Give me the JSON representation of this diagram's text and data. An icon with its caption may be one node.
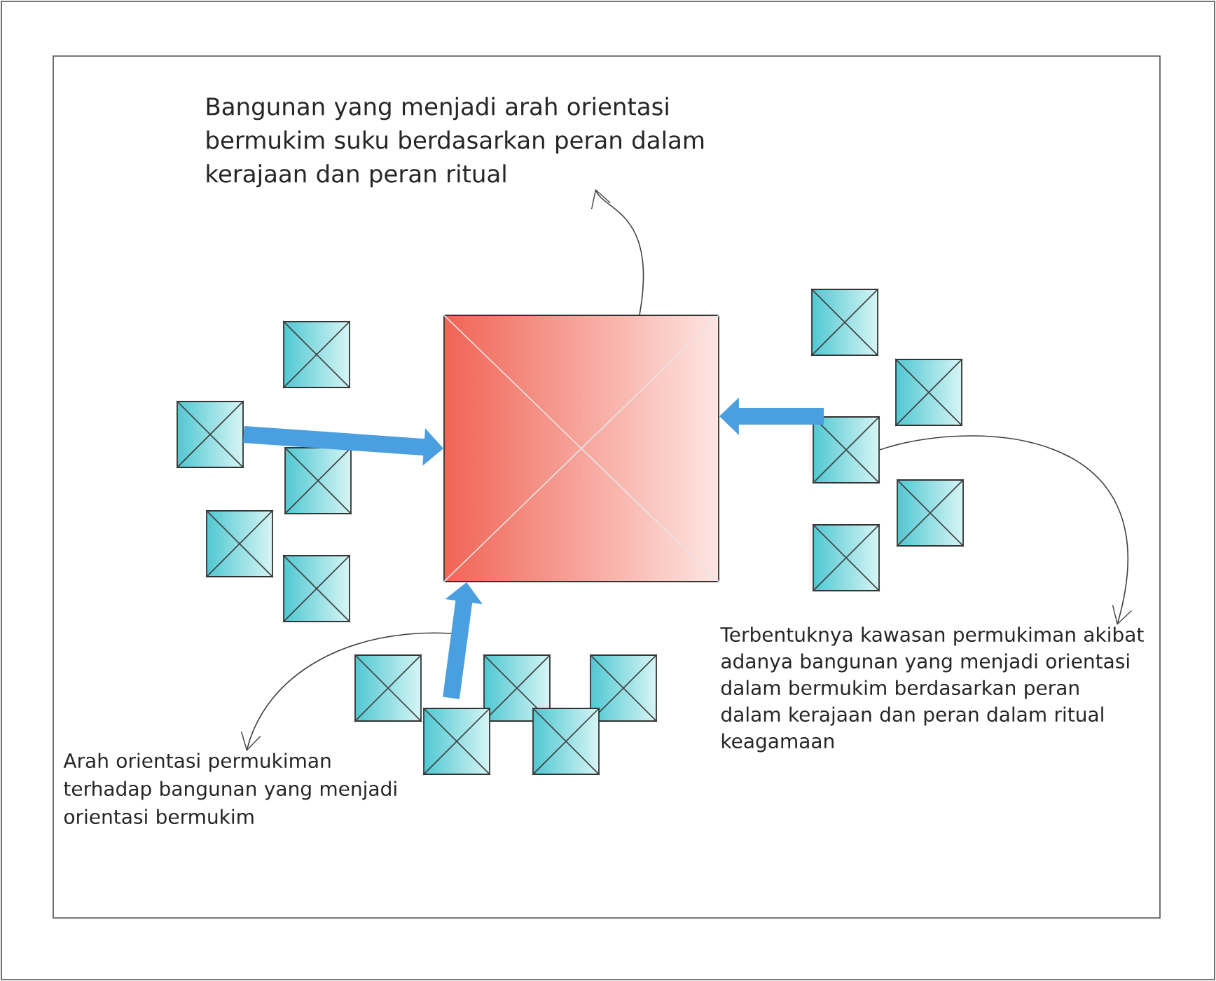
{
  "diagram": {
    "nodes": [
      {
        "text": [
          "Bangunan yang menjadi arah orientasi bermukim suku berdasarkan peran dalam kerajaan dan peran ritual"
        ]
      },
      {
        "text": [],
        "shape": "box"
      },
      {
        "text": [],
        "shape": "box"
      },
      {
        "text": [],
        "shape": "box"
      },
      {
        "text": [],
        "shape": "box"
      },
      {
        "text": [],
        "shape": "box"
      },
      {
        "text": [],
        "shape": "box"
      },
      {
        "text": [],
        "shape": "box"
      },
      {
        "text": [],
        "shape": "box"
      },
      {
        "text": [],
        "shape": "box"
      },
      {
        "text": [],
        "shape": "box"
      },
      {
        "text": [],
        "shape": "box"
      },
      {
        "text": [],
        "shape": "box"
      },
      {
        "text": [],
        "shape": "box"
      },
      {
        "text": [],
        "shape": "box"
      },
      {
        "text": [],
        "shape": "box"
      },
      {
        "text": [],
        "shape": "box"
      },
      {
        "text": [
          "Terbentuknya kawasan permukiman akibat adanya bangunan yang menjadi orientasi dalam bermukim berdasarkan peran dalam kerajaan dan peran dalam ritual keagamaan"
        ]
      },
      {
        "text": [
          "Arah orientasi permukiman terhadap bangunan yang menjadi orientasi bermukim"
        ]
      }
    ],
    "edges": [
      {
        "from": 1,
        "to": 0,
        "arrow": "to"
      },
      {
        "from": 3,
        "to": 1,
        "arrow": "to",
        "style": "thick",
        "color": "#4a9fe0"
      },
      {
        "from": 9,
        "to": 1,
        "arrow": "to",
        "style": "thick",
        "color": "#4a9fe0"
      },
      {
        "from": 15,
        "to": 1,
        "arrow": "to",
        "style": "thick",
        "color": "#4a9fe0"
      },
      {
        "from": 9,
        "to": 17,
        "arrow": "to"
      },
      {
        "from": null,
        "to": 18,
        "arrow": "to"
      }
    ]
  }
}
